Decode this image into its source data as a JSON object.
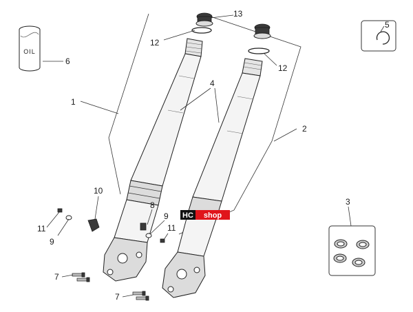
{
  "callouts": {
    "c1": "1",
    "c2": "2",
    "c3": "3",
    "c4": "4",
    "c5": "5",
    "c6": "6",
    "c7a": "7",
    "c7b": "7",
    "c8": "8",
    "c9a": "9",
    "c9b": "9",
    "c10": "10",
    "c11a": "11",
    "c11b": "11",
    "c12a": "12",
    "c12b": "12",
    "c13": "13"
  },
  "oil_can": {
    "label": "OIL"
  },
  "watermark": {
    "hc": "HC",
    "shop": "shop"
  },
  "colors": {
    "line": "#1f1f1f",
    "badge_red": "#e0151b",
    "badge_black": "#111111"
  }
}
